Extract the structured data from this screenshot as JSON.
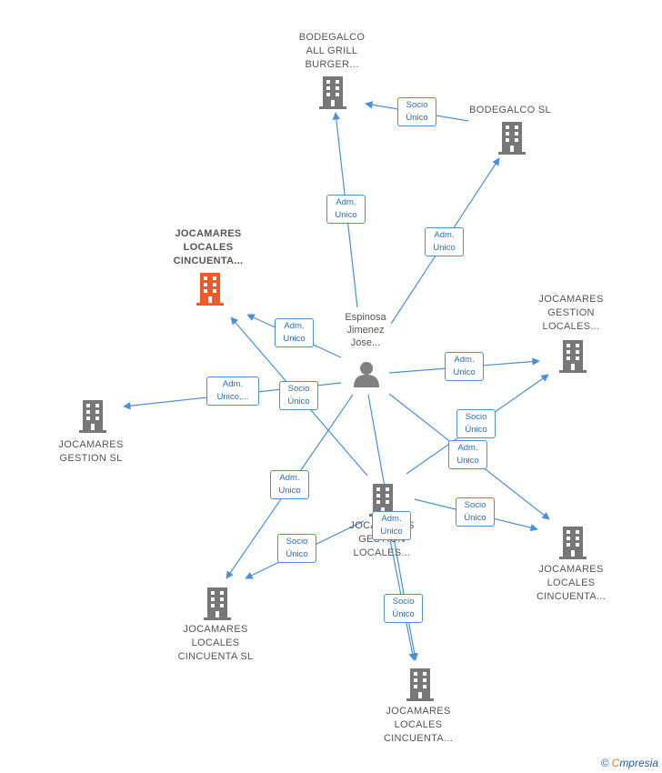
{
  "colors": {
    "edge": "#4a90d9",
    "building": "#777777",
    "highlight": "#f05a28",
    "person": "#808080"
  },
  "center_person": {
    "label": "Espinosa\nJimenez\nJose...",
    "icon": "person-icon"
  },
  "nodes": [
    {
      "id": "bodegalco-grill",
      "label": "BODEGALCO\nALL GRILL\nBURGER...",
      "icon": "building-icon",
      "highlight": false
    },
    {
      "id": "bodegalco-sl",
      "label": "BODEGALCO SL",
      "icon": "building-icon",
      "highlight": false
    },
    {
      "id": "jocamares-cincuenta-red",
      "label": "JOCAMARES\nLOCALES\nCINCUENTA...",
      "icon": "building-icon",
      "highlight": true
    },
    {
      "id": "jocamares-gestion-locales-right",
      "label": "JOCAMARES\nGESTION\nLOCALES...",
      "icon": "building-icon",
      "highlight": false
    },
    {
      "id": "jocamares-gestion-sl",
      "label": "JOCAMARES\nGESTION  SL",
      "icon": "building-icon",
      "highlight": false
    },
    {
      "id": "jocamares-ge-locales-center",
      "label": "JOCAMARES\nGESTION\nLOCALES...",
      "icon": "building-icon",
      "highlight": false
    },
    {
      "id": "jocamares-cincuenta-right",
      "label": "JOCAMARES\nLOCALES\nCINCUENTA...",
      "icon": "building-icon",
      "highlight": false
    },
    {
      "id": "jocamares-cincuenta-sl",
      "label": "JOCAMARES\nLOCALES\nCINCUENTA  SL",
      "icon": "building-icon",
      "highlight": false
    },
    {
      "id": "jocamares-cincuenta-bottom",
      "label": "JOCAMARES\nLOCALES\nCINCUENTA...",
      "icon": "building-icon",
      "highlight": false
    }
  ],
  "edge_labels": [
    {
      "id": "e1",
      "text": "Adm.\nUnico"
    },
    {
      "id": "e2",
      "text": "Socio\nÚnico"
    },
    {
      "id": "e3",
      "text": "Adm.\nUnico"
    },
    {
      "id": "e4",
      "text": "Adm.\nUnico"
    },
    {
      "id": "e5",
      "text": "Adm.\nUnico,..."
    },
    {
      "id": "e6",
      "text": "Socio\nÚnico"
    },
    {
      "id": "e7",
      "text": "Adm.\nUnico"
    },
    {
      "id": "e8",
      "text": "Socio\nÚnico"
    },
    {
      "id": "e9",
      "text": "Adm.\nUnico"
    },
    {
      "id": "e10",
      "text": "Adm.\nUnico"
    },
    {
      "id": "e11",
      "text": "Socio\nÚnico"
    },
    {
      "id": "e12",
      "text": "Socio\nÚnico"
    },
    {
      "id": "e13",
      "text": "Adm.\nUnico"
    },
    {
      "id": "e14",
      "text": "Socio\nÚnico"
    }
  ],
  "footer": {
    "copyright": "©",
    "brand_e": "C",
    "brand_rest": "mpresia"
  }
}
